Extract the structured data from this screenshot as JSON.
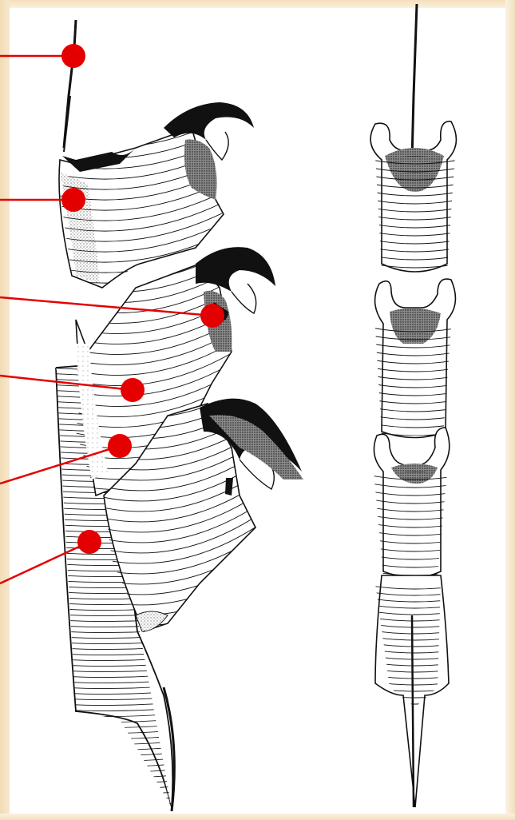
{
  "figure": {
    "views": [
      "lateral-view",
      "dorsal-view"
    ],
    "colors": {
      "frame": "#f3dfbb",
      "marker": "#e40000",
      "ink": "#111111",
      "paper": "#ffffff",
      "stipple": "#3a3a3a"
    },
    "annotation_markers": [
      {
        "id": "marker-1"
      },
      {
        "id": "marker-2"
      },
      {
        "id": "marker-3"
      },
      {
        "id": "marker-4"
      },
      {
        "id": "marker-5"
      },
      {
        "id": "marker-6"
      }
    ]
  }
}
